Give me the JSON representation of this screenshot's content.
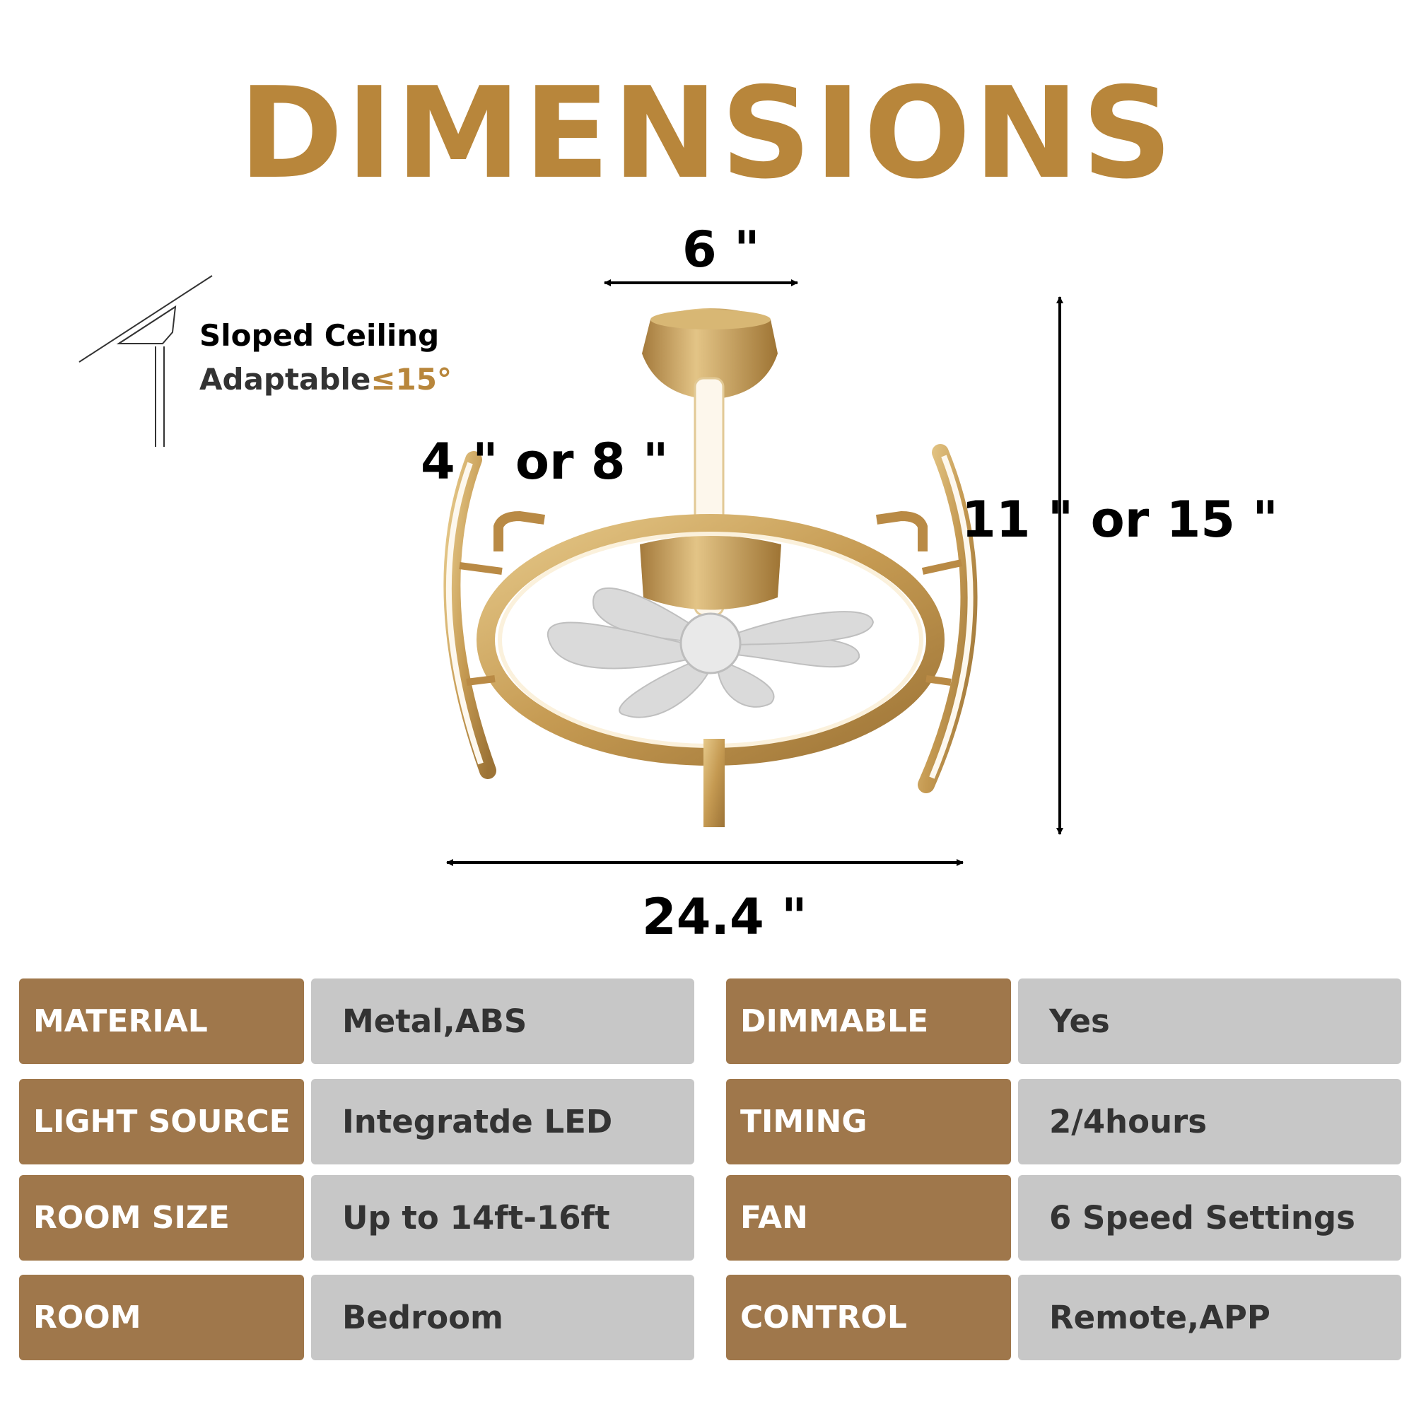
{
  "header": {
    "title": "DIMENSIONS"
  },
  "colors": {
    "brand_gold": "#b8863b",
    "label_brown": "#9f774b",
    "value_gray": "#c7c7c7",
    "slope_accent": "#b8863b"
  },
  "dimensions": {
    "canopy_width": "6 \"",
    "downrod_length": "4 \" or 8 \"",
    "total_height": "11 \" or 15 \"",
    "diameter": "24.4 \""
  },
  "sloped_ceiling": {
    "line1": "Sloped Ceiling",
    "line2_prefix": "Adaptable",
    "line2_accent": "≤15°"
  },
  "specs": [
    {
      "label": "MATERIAL",
      "value": "Metal,ABS"
    },
    {
      "label": "DIMMABLE",
      "value": "Yes"
    },
    {
      "label": "LIGHT SOURCE",
      "value": "Integratde LED"
    },
    {
      "label": "TIMING",
      "value": "2/4hours"
    },
    {
      "label": "ROOM SIZE",
      "value": "Up to 14ft-16ft"
    },
    {
      "label": "FAN",
      "value": "6 Speed Settings"
    },
    {
      "label": "ROOM",
      "value": "Bedroom"
    },
    {
      "label": "CONTROL",
      "value": "Remote,APP"
    }
  ]
}
